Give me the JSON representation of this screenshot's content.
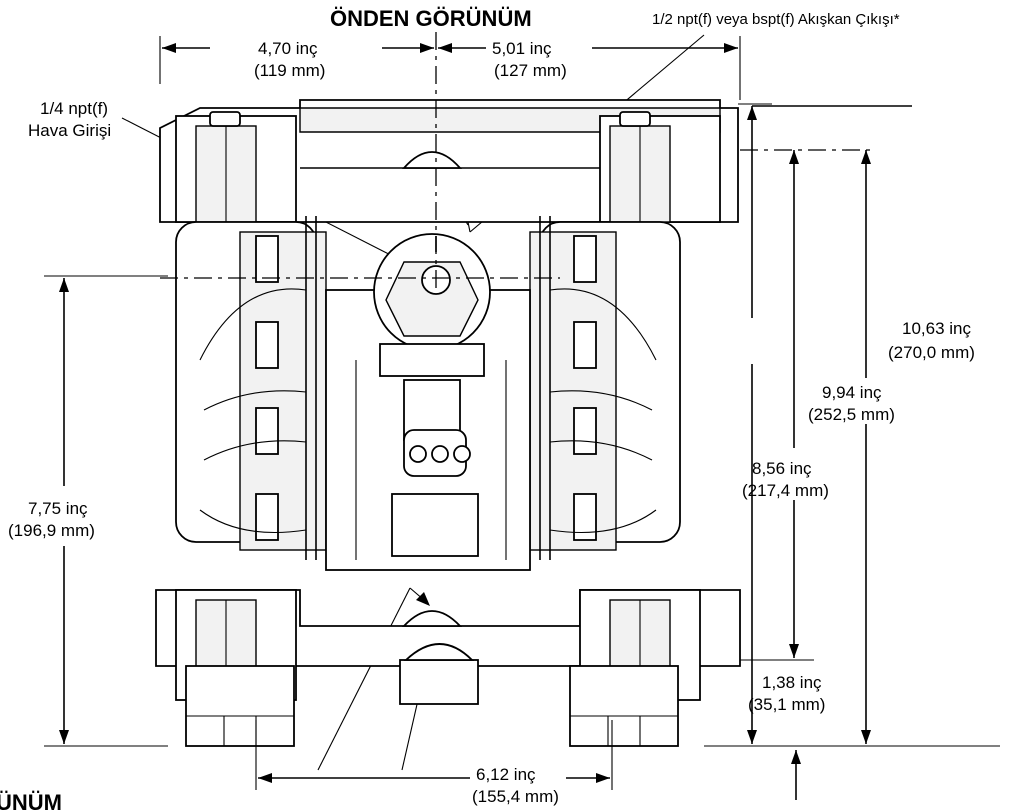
{
  "title": "ÖNDEN GÖRÜNÜM",
  "cut_title": "ÜNÜM",
  "labels": {
    "fluid_outlet": "1/2 npt(f) veya bspt(f) Akışkan Çıkışı*",
    "air_inlet_1": "1/4 npt(f)",
    "air_inlet_2": "Hava Girişi"
  },
  "dimensions": {
    "left_width_in": "4,70 inç",
    "left_width_mm": "(119 mm)",
    "right_width_in": "5,01 inç",
    "right_width_mm": "(127 mm)",
    "left_height_in": "7,75 inç",
    "left_height_mm": "(196,9 mm)",
    "inner_height_in": "8,56 inç",
    "inner_height_mm": "(217,4 mm)",
    "mid_height_in": "9,94 inç",
    "mid_height_mm": "(252,5 mm)",
    "total_height_in": "10,63 inç",
    "total_height_mm": "(270,0 mm)",
    "base_height_in": "1,38 inç",
    "base_height_mm": "(35,1 mm)",
    "base_width_in": "6,12 inç",
    "base_width_mm": "(155,4 mm)"
  }
}
